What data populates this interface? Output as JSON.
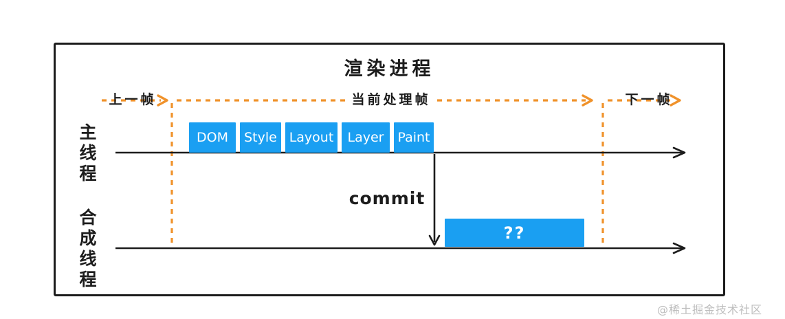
{
  "title": "渲染进程",
  "frame_labels": {
    "previous": "上一帧",
    "current": "当前处理帧",
    "next": "下一帧"
  },
  "threads": {
    "main": {
      "label": "主线程",
      "stages": [
        "DOM",
        "Style",
        "Layout",
        "Layer",
        "Paint"
      ]
    },
    "compositor": {
      "label": "合成线程",
      "task": "??"
    }
  },
  "commit_label": "commit",
  "watermark": "@稀土掘金技术社区",
  "colors": {
    "accent_orange": "#F0922B",
    "accent_blue": "#1A9FF2",
    "line_black": "#1C1C1C",
    "watermark_gray": "#BDBDBD"
  }
}
